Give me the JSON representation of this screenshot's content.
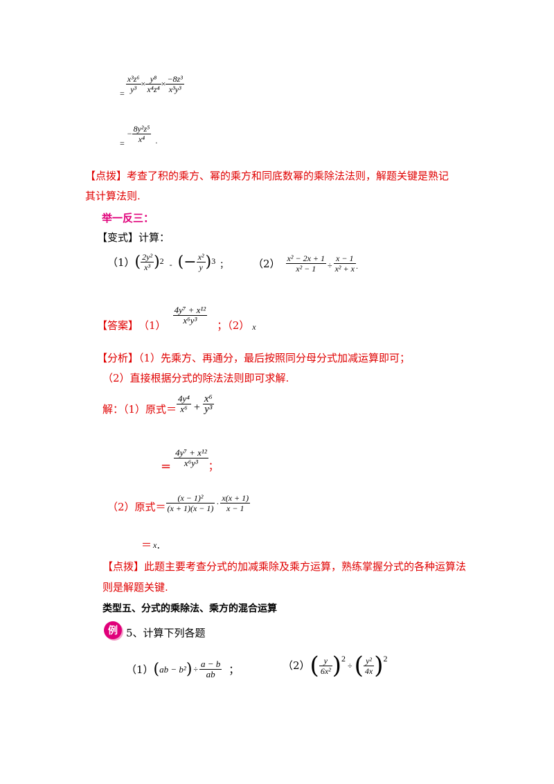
{
  "eq1": {
    "line1": {
      "f1_num": "x³z⁶",
      "f1_den": "y³",
      "times": "×",
      "f2_num": "y⁸",
      "f2_den": "x⁴z⁴",
      "f3_num": "−8z³",
      "f3_den": "x³y³",
      "eq": "="
    },
    "line2": {
      "eq": "=",
      "neg": "−",
      "num": "8y²z⁵",
      "den": "x⁴",
      "period": "."
    }
  },
  "tip1": {
    "label": "【点拨】",
    "text1": "考查了积的乘方、幂的乘方和同底数幂的乘除法法则，解题关键是熟记",
    "text2": "其计算法则."
  },
  "jyfs": "举一反三：",
  "variant": {
    "label": "【变式】",
    "text": "计算："
  },
  "problems": {
    "p1_label": "（1）",
    "p1_num1": "2y²",
    "p1_den1": "x³",
    "p1_pow": "2",
    "p1_minus": "-",
    "p1_num2": "x²",
    "p1_den2": "y",
    "p1_pow2": "3",
    "p1_end": "；",
    "p2_label": "（2）",
    "p2_num1": "x² − 2x + 1",
    "p2_den1": "x² − 1",
    "p2_div": "÷",
    "p2_num2": "x − 1",
    "p2_den2": "x² + x",
    "p2_end": "."
  },
  "answer": {
    "label": "【答案】",
    "p1": "（1）",
    "num": "4y⁷ + x¹²",
    "den": "x⁶y³",
    "sep": "；（2）",
    "p2": "x"
  },
  "analysis": {
    "label": "【分析】",
    "text1": "（1）先乘方、再通分，最后按照同分母分式加减运算即可；",
    "text2": "（2）直接根据分式的除法法则即可求解."
  },
  "sol1": {
    "label": "解：（1）原式＝",
    "num1": "4y⁴",
    "den1": "x⁶",
    "plus": "+",
    "num2": "x⁶",
    "den2": "y³"
  },
  "sol1b": {
    "eq": "=",
    "num": "4y⁷ + x¹²",
    "den": "x⁶y³",
    "end": "；"
  },
  "sol2": {
    "label": "（2）原式＝",
    "num1": "(x − 1)²",
    "den1": "(x + 1)(x − 1)",
    "dot": "·",
    "num2": "x(x + 1)",
    "den2": "x − 1"
  },
  "sol2b": {
    "eq": "＝",
    "val": "x",
    "end": "."
  },
  "tip2": {
    "label": "【点拨】",
    "text1": "此题主要考查分式的加减乘除及乘方运算，熟练掌握分式的各种运算法",
    "text2": "则是解题关键."
  },
  "section": "类型五、分式的乘除法、乘方的混合运算",
  "example": {
    "badge": "例",
    "text": "5、计算下列各题"
  },
  "ex": {
    "p1_label": "（1）",
    "p1_left": "ab − b²",
    "p1_div": "÷",
    "p1_num": "a − b",
    "p1_den": "ab",
    "p1_end": "；",
    "p2_label": "（2）",
    "p2_num1": "y",
    "p2_den1": "6x²",
    "p2_pow1": "2",
    "p2_div": "÷",
    "p2_num2": "y²",
    "p2_den2": "4x",
    "p2_pow2": "2"
  }
}
